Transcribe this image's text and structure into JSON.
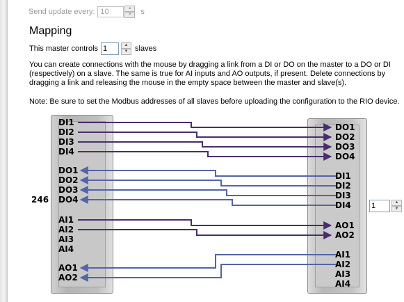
{
  "send_update": {
    "label": "Send update every:",
    "value": "10",
    "unit": "s"
  },
  "mapping": {
    "title": "Mapping",
    "controls_before": "This master controls",
    "slave_count": "1",
    "controls_after": "slaves",
    "description": "You can create connections with the mouse by dragging a link from a DI or DO on the master to a DO or DI (respectively) on a slave. The same is true for AI inputs and AO outputs, if present. Delete connections by dragging a link and releasing the mouse in the empty space between the master and slave(s).",
    "note": "Note: Be sure to set the Modbus addresses of all slaves before uploading the configuration to the RIO device."
  },
  "master": {
    "address": "246",
    "ports": [
      "DI1",
      "DI2",
      "DI3",
      "DI4",
      "DO1",
      "DO2",
      "DO3",
      "DO4",
      "AI1",
      "AI2",
      "AI3",
      "AI4",
      "AO1",
      "AO2"
    ]
  },
  "slave": {
    "address": "1",
    "ports": [
      "DO1",
      "DO2",
      "DO3",
      "DO4",
      "DI1",
      "DI2",
      "DI3",
      "DI4",
      "AO1",
      "AO2",
      "AI1",
      "AI2",
      "AI3",
      "AI4"
    ]
  },
  "links": [
    {
      "from": "master.DI1",
      "to": "slave.DO1",
      "direction": "master-to-slave"
    },
    {
      "from": "master.DI2",
      "to": "slave.DO2",
      "direction": "master-to-slave"
    },
    {
      "from": "master.DI3",
      "to": "slave.DO3",
      "direction": "master-to-slave"
    },
    {
      "from": "master.DI4",
      "to": "slave.DO4",
      "direction": "master-to-slave"
    },
    {
      "from": "slave.DI1",
      "to": "master.DO1",
      "direction": "slave-to-master"
    },
    {
      "from": "slave.DI2",
      "to": "master.DO2",
      "direction": "slave-to-master"
    },
    {
      "from": "slave.DI3",
      "to": "master.DO3",
      "direction": "slave-to-master"
    },
    {
      "from": "slave.DI4",
      "to": "master.DO4",
      "direction": "slave-to-master"
    },
    {
      "from": "master.AI1",
      "to": "slave.AO1",
      "direction": "master-to-slave"
    },
    {
      "from": "master.AI2",
      "to": "slave.AO2",
      "direction": "master-to-slave"
    },
    {
      "from": "slave.AI1",
      "to": "master.AO1",
      "direction": "slave-to-master"
    },
    {
      "from": "slave.AI2",
      "to": "master.AO2",
      "direction": "slave-to-master"
    }
  ],
  "colors": {
    "master_to_slave": "#4a2c6e",
    "slave_to_master": "#5563a8"
  }
}
